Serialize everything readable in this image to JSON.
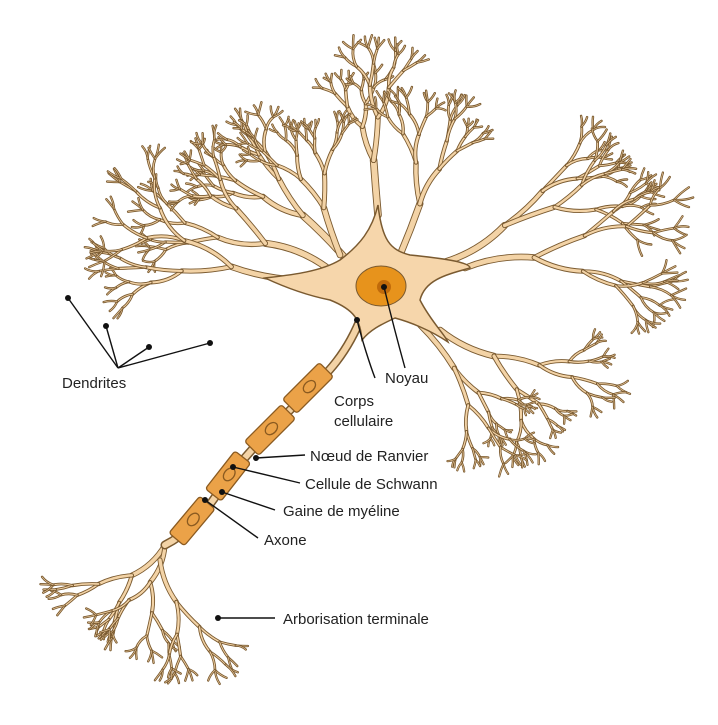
{
  "diagram": {
    "colors": {
      "membrane": "#f3d3a6",
      "outline": "#7a5a30",
      "soma": "#f6d6ab",
      "nucleus": "#e7931c",
      "nucleus_core": "#c06a0a",
      "myelin": "#eba248",
      "myelin_outline": "#8a5a20"
    },
    "labels": {
      "dendrites": "Dendrites",
      "noyau": "Noyau",
      "corps_line1": "Corps",
      "corps_line2": "cellulaire",
      "noeud_ranvier": "Nœud de Ranvier",
      "schwann": "Cellule de Schwann",
      "myeline": "Gaine de myéline",
      "axone": "Axone",
      "arborisation": "Arborisation terminale"
    }
  }
}
